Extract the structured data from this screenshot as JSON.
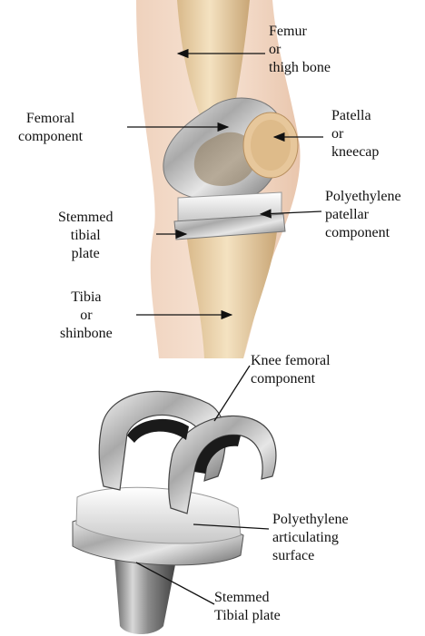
{
  "knee_diagram": {
    "femur": [
      "Femur",
      "or",
      "thigh bone"
    ],
    "femoral_component": [
      "Femoral",
      "component"
    ],
    "patella": [
      "Patella",
      "or",
      "kneecap"
    ],
    "polyethylene_patellar": [
      "Polyethylene",
      "patellar",
      "component"
    ],
    "stemmed_tibial": [
      "Stemmed",
      "tibial",
      "plate"
    ],
    "tibia": [
      "Tibia",
      "or",
      "shinbone"
    ]
  },
  "implant_diagram": {
    "knee_femoral": [
      "Knee femoral",
      "component"
    ],
    "polyethylene_articulating": [
      "Polyethylene",
      "articulating",
      "surface"
    ],
    "stemmed_tibial_plate": [
      "Stemmed",
      "Tibial plate"
    ]
  }
}
